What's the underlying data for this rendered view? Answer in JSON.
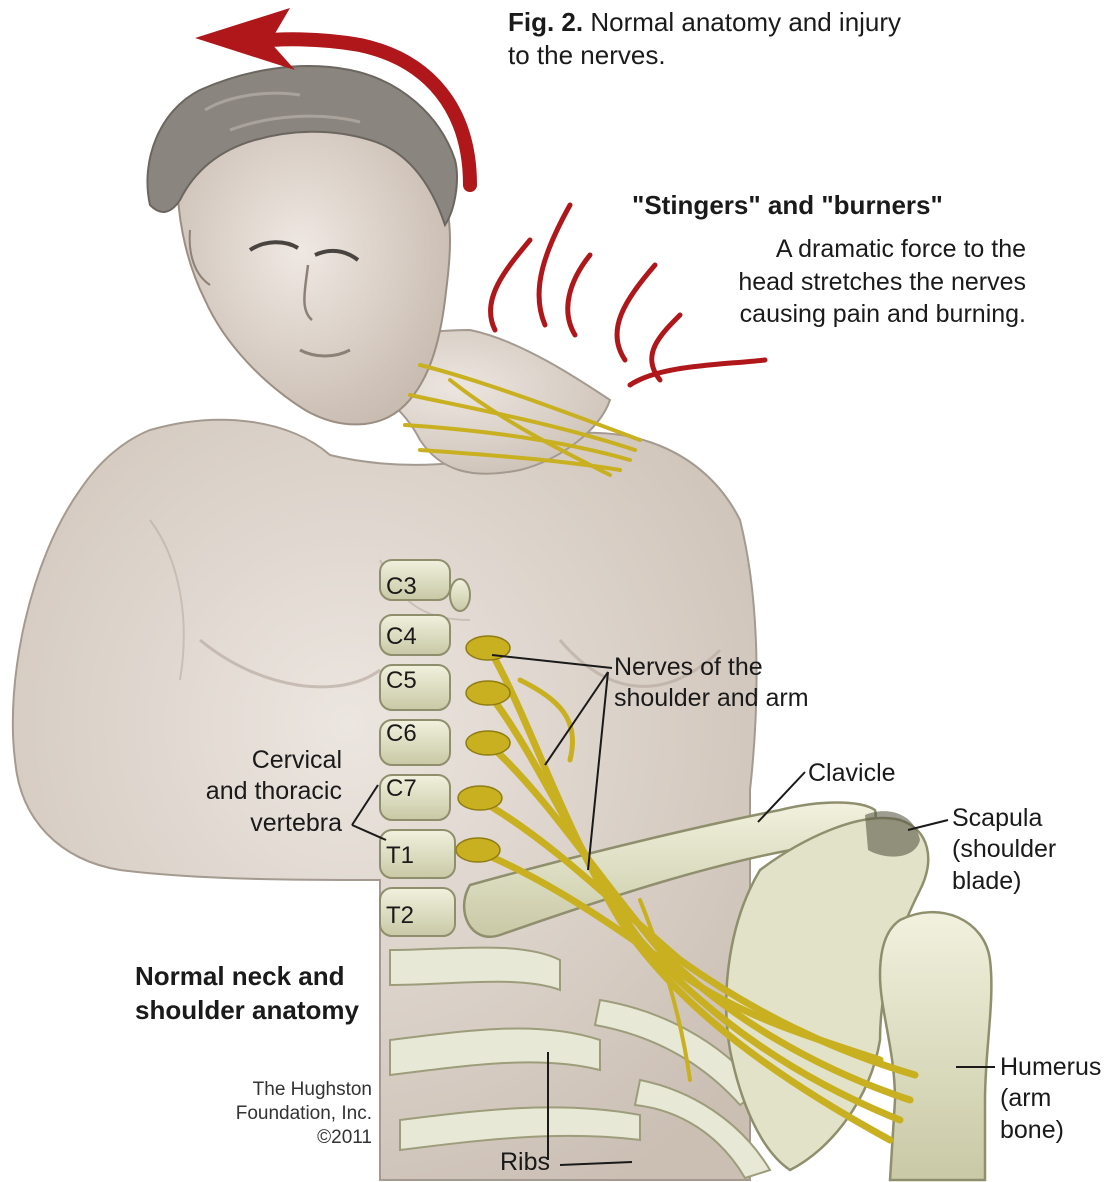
{
  "figure": {
    "number": "Fig. 2.",
    "caption": "Normal anatomy and injury to the nerves."
  },
  "injury": {
    "heading": "\"Stingers\" and \"burners\"",
    "description": [
      "A dramatic force to the",
      "head stretches the nerves",
      "causing pain and burning."
    ]
  },
  "vertebrae": [
    "C3",
    "C4",
    "C5",
    "C6",
    "C7",
    "T1",
    "T2"
  ],
  "labels": {
    "cervical": [
      "Cervical",
      "and thoracic",
      "vertebra"
    ],
    "nerves": [
      "Nerves of the",
      "shoulder and arm"
    ],
    "clavicle": "Clavicle",
    "scapula": [
      "Scapula",
      "(shoulder",
      "blade)"
    ],
    "humerus": [
      "Humerus",
      "(arm",
      "bone)"
    ],
    "ribs": "Ribs"
  },
  "section_title": [
    "Normal neck and",
    "shoulder anatomy"
  ],
  "credit": [
    "The Hughston",
    "Foundation, Inc.",
    "©2011"
  ],
  "colors": {
    "arrow": "#b0171b",
    "nerve": "#c9b020",
    "skin": "#dcd3cb",
    "bone": "#e4e4cc",
    "hair": "#8a857e"
  }
}
